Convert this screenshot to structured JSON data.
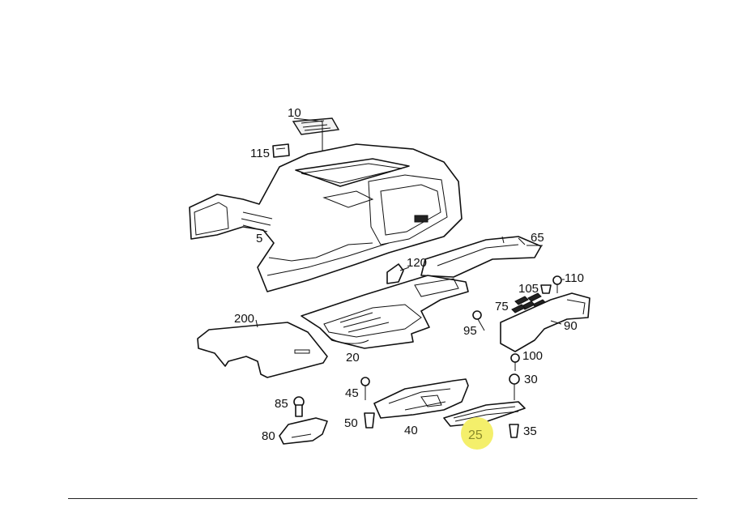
{
  "labels": {
    "p10": "10",
    "p115": "115",
    "p5": "5",
    "p65": "65",
    "p120": "120",
    "p110": "110",
    "p105": "105",
    "p75": "75",
    "p90": "90",
    "p95": "95",
    "p200": "200",
    "p20": "20",
    "p100": "100",
    "p30": "30",
    "p45": "45",
    "p85": "85",
    "p50": "50",
    "p40": "40",
    "p35": "35",
    "p80": "80",
    "p25": "25"
  },
  "highlighted_part": "25",
  "colors": {
    "highlight": "#f4ef6b",
    "highlight_text": "#8a8a2a",
    "ink": "#111111"
  }
}
